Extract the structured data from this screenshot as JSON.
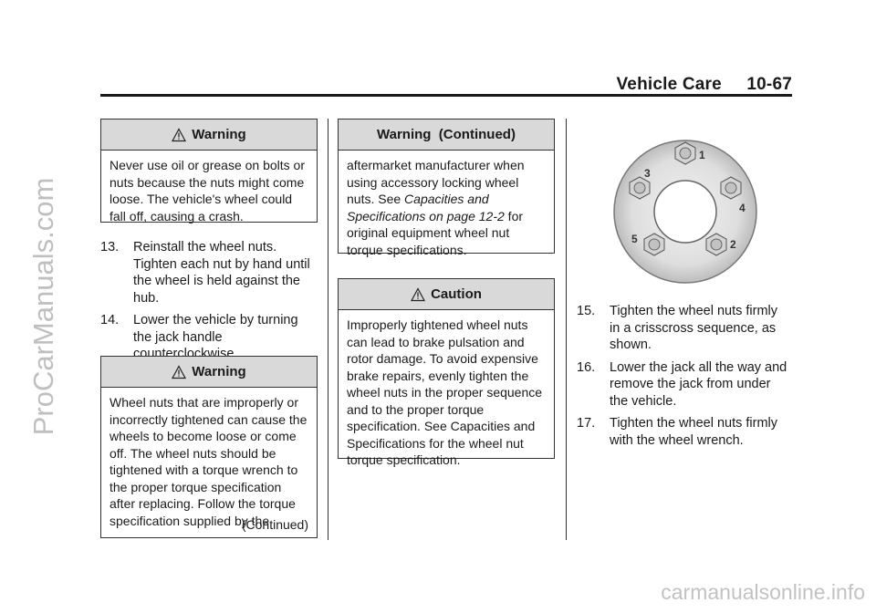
{
  "header": {
    "section": "Vehicle Care",
    "page": "10-67"
  },
  "watermarks": {
    "side": "ProCarManuals.com",
    "bottom": "carmanualsonline.info"
  },
  "column1": {
    "warning1": {
      "heading": "Warning",
      "text": "Never use oil or grease on bolts or nuts because the nuts might come loose. The vehicle's wheel could fall off, causing a crash."
    },
    "steps": [
      {
        "num": "13.",
        "text": "Reinstall the wheel nuts. Tighten each nut by hand until the wheel is held against the hub."
      },
      {
        "num": "14.",
        "text": "Lower the vehicle by turning the jack handle counterclockwise."
      }
    ],
    "warning2": {
      "heading": "Warning",
      "text": "Wheel nuts that are improperly or incorrectly tightened can cause the wheels to become loose or come off. The wheel nuts should be tightened with a torque wrench to the proper torque specification after replacing. Follow the torque specification supplied by the",
      "continued": "(Continued)"
    }
  },
  "column2": {
    "warning_cont": {
      "heading": "Warning  (Continued)",
      "text_before": "aftermarket manufacturer when using accessory locking wheel nuts. See ",
      "link": "Capacities and Specifications on page 12-2",
      "text_after": " for original equipment wheel nut torque specifications."
    },
    "caution": {
      "heading": "Caution",
      "text": "Improperly tightened wheel nuts can lead to brake pulsation and rotor damage. To avoid expensive brake repairs, evenly tighten the wheel nuts in the proper sequence and to the proper torque specification. See Capacities and Specifications for the wheel nut torque specification."
    }
  },
  "column3": {
    "figure": {
      "labels": [
        "1",
        "2",
        "3",
        "4",
        "5"
      ]
    },
    "steps": [
      {
        "num": "15.",
        "text": "Tighten the wheel nuts firmly in a crisscross sequence, as shown."
      },
      {
        "num": "16.",
        "text": "Lower the jack all the way and remove the jack from under the vehicle."
      },
      {
        "num": "17.",
        "text": "Tighten the wheel nuts firmly with the wheel wrench."
      }
    ]
  }
}
